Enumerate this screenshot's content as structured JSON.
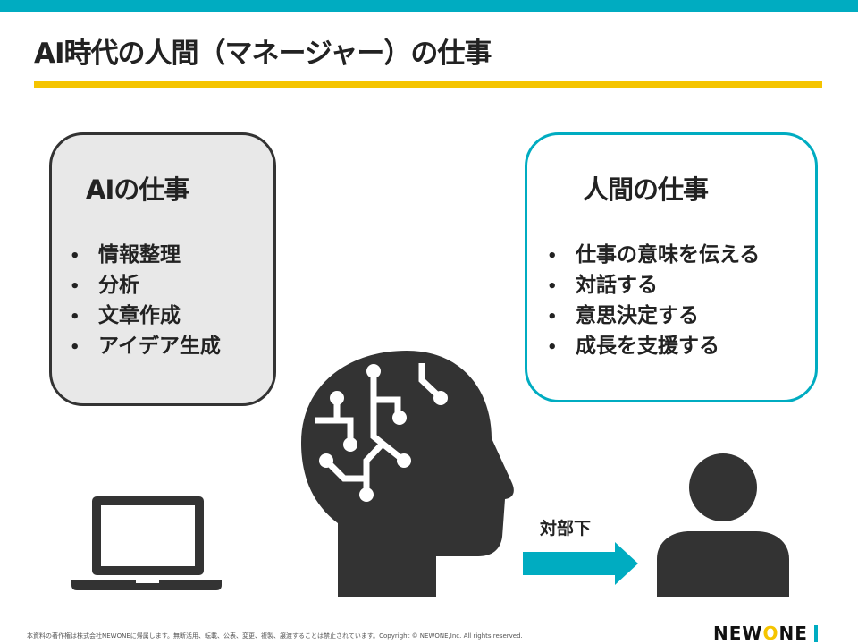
{
  "title": "AI時代の人間（マネージャー）の仕事",
  "ai_box": {
    "heading": "AIの仕事",
    "items": [
      "情報整理",
      "分析",
      "文章作成",
      "アイデア生成"
    ]
  },
  "human_box": {
    "heading": "人間の仕事",
    "items": [
      "仕事の意味を伝える",
      "対話する",
      "意思決定する",
      "成長を支援する"
    ]
  },
  "arrow_label": "対部下",
  "footer": "本資料の著作権は株式会社NEWONEに帰属します。無断活用、転載、公表、変更、複製、譲渡することは禁止されています。Copyright ©  NEWONE,Inc.  All rights reserved.",
  "logo": {
    "pre": "NEW",
    "o": "O",
    "post": "NE"
  },
  "colors": {
    "accent": "#00acc1",
    "yellow": "#f5c400",
    "dark": "#333333"
  }
}
